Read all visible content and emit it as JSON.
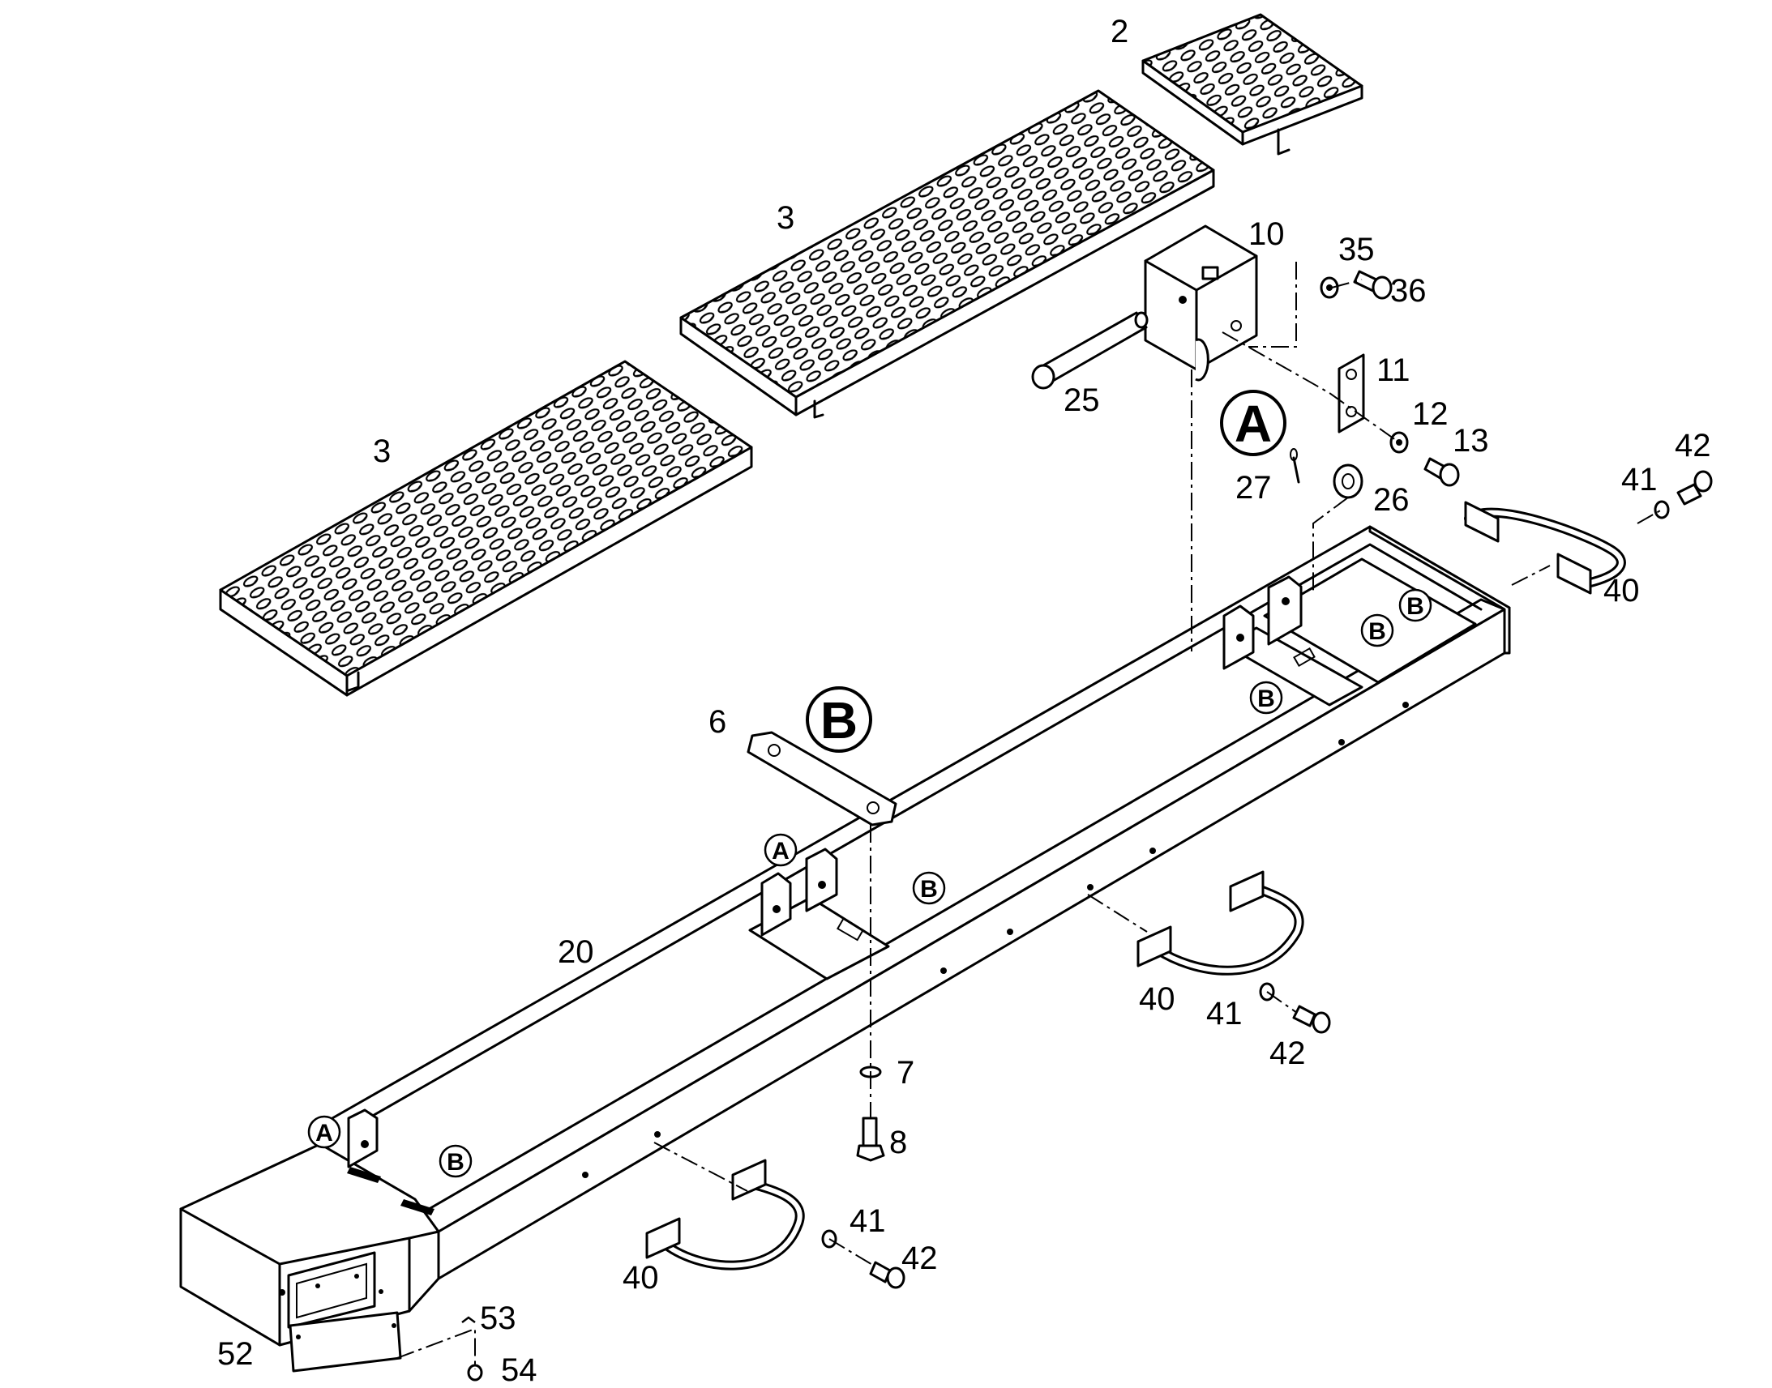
{
  "callouts": {
    "c2": "2",
    "c3a": "3",
    "c3b": "3",
    "c6": "6",
    "c7": "7",
    "c8": "8",
    "c10": "10",
    "c11": "11",
    "c12": "12",
    "c13": "13",
    "c20": "20",
    "c25": "25",
    "c26": "26",
    "c27": "27",
    "c35": "35",
    "c36": "36",
    "c40a": "40",
    "c40b": "40",
    "c40c": "40",
    "c41a": "41",
    "c41b": "41",
    "c41c": "41",
    "c42a": "42",
    "c42b": "42",
    "c42c": "42",
    "c52": "52",
    "c53": "53",
    "c54": "54"
  },
  "detail_labels": {
    "A": "A",
    "B": "B"
  },
  "markers": {
    "a": "A",
    "b": "B"
  }
}
